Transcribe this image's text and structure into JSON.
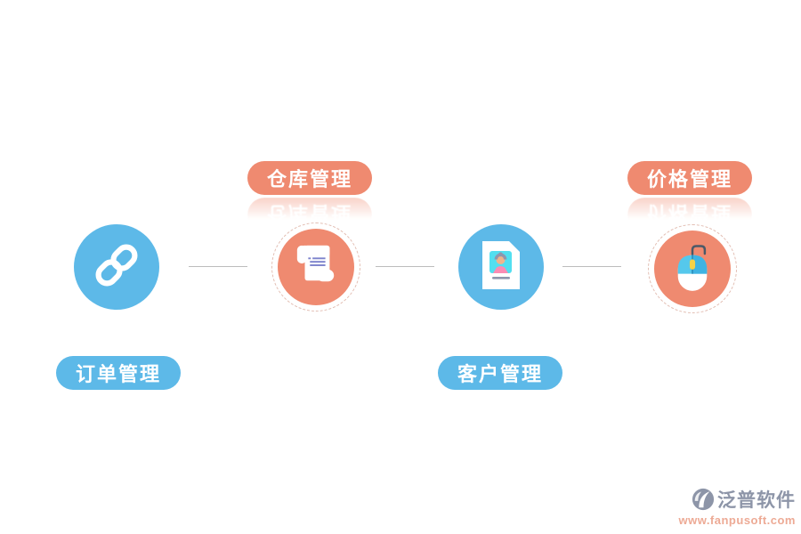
{
  "nodes": [
    {
      "id": "order",
      "label": "订单管理",
      "color": "#5db9e8",
      "icon": "chain-link-icon",
      "label_position": "below"
    },
    {
      "id": "warehouse",
      "label": "仓库管理",
      "color": "#ef8a70",
      "icon": "scroll-icon",
      "label_position": "above"
    },
    {
      "id": "customer",
      "label": "客户管理",
      "color": "#5db9e8",
      "icon": "id-document-icon",
      "label_position": "below"
    },
    {
      "id": "price",
      "label": "价格管理",
      "color": "#ef8a70",
      "icon": "mouse-icon",
      "label_position": "above"
    }
  ],
  "watermark": {
    "brand": "泛普软件",
    "url": "www.fanpusoft.com"
  },
  "colors": {
    "node_blue": "#5db9e8",
    "node_salmon": "#ef8a70",
    "connector_gray": "#bdbdbd",
    "scroll_lines": "#7d83cc",
    "photo_cyan": "#52dff0",
    "mouse_wheel_yellow": "#f6d246",
    "watermark_gray": "#8d95a8",
    "watermark_url": "#edaa95"
  }
}
